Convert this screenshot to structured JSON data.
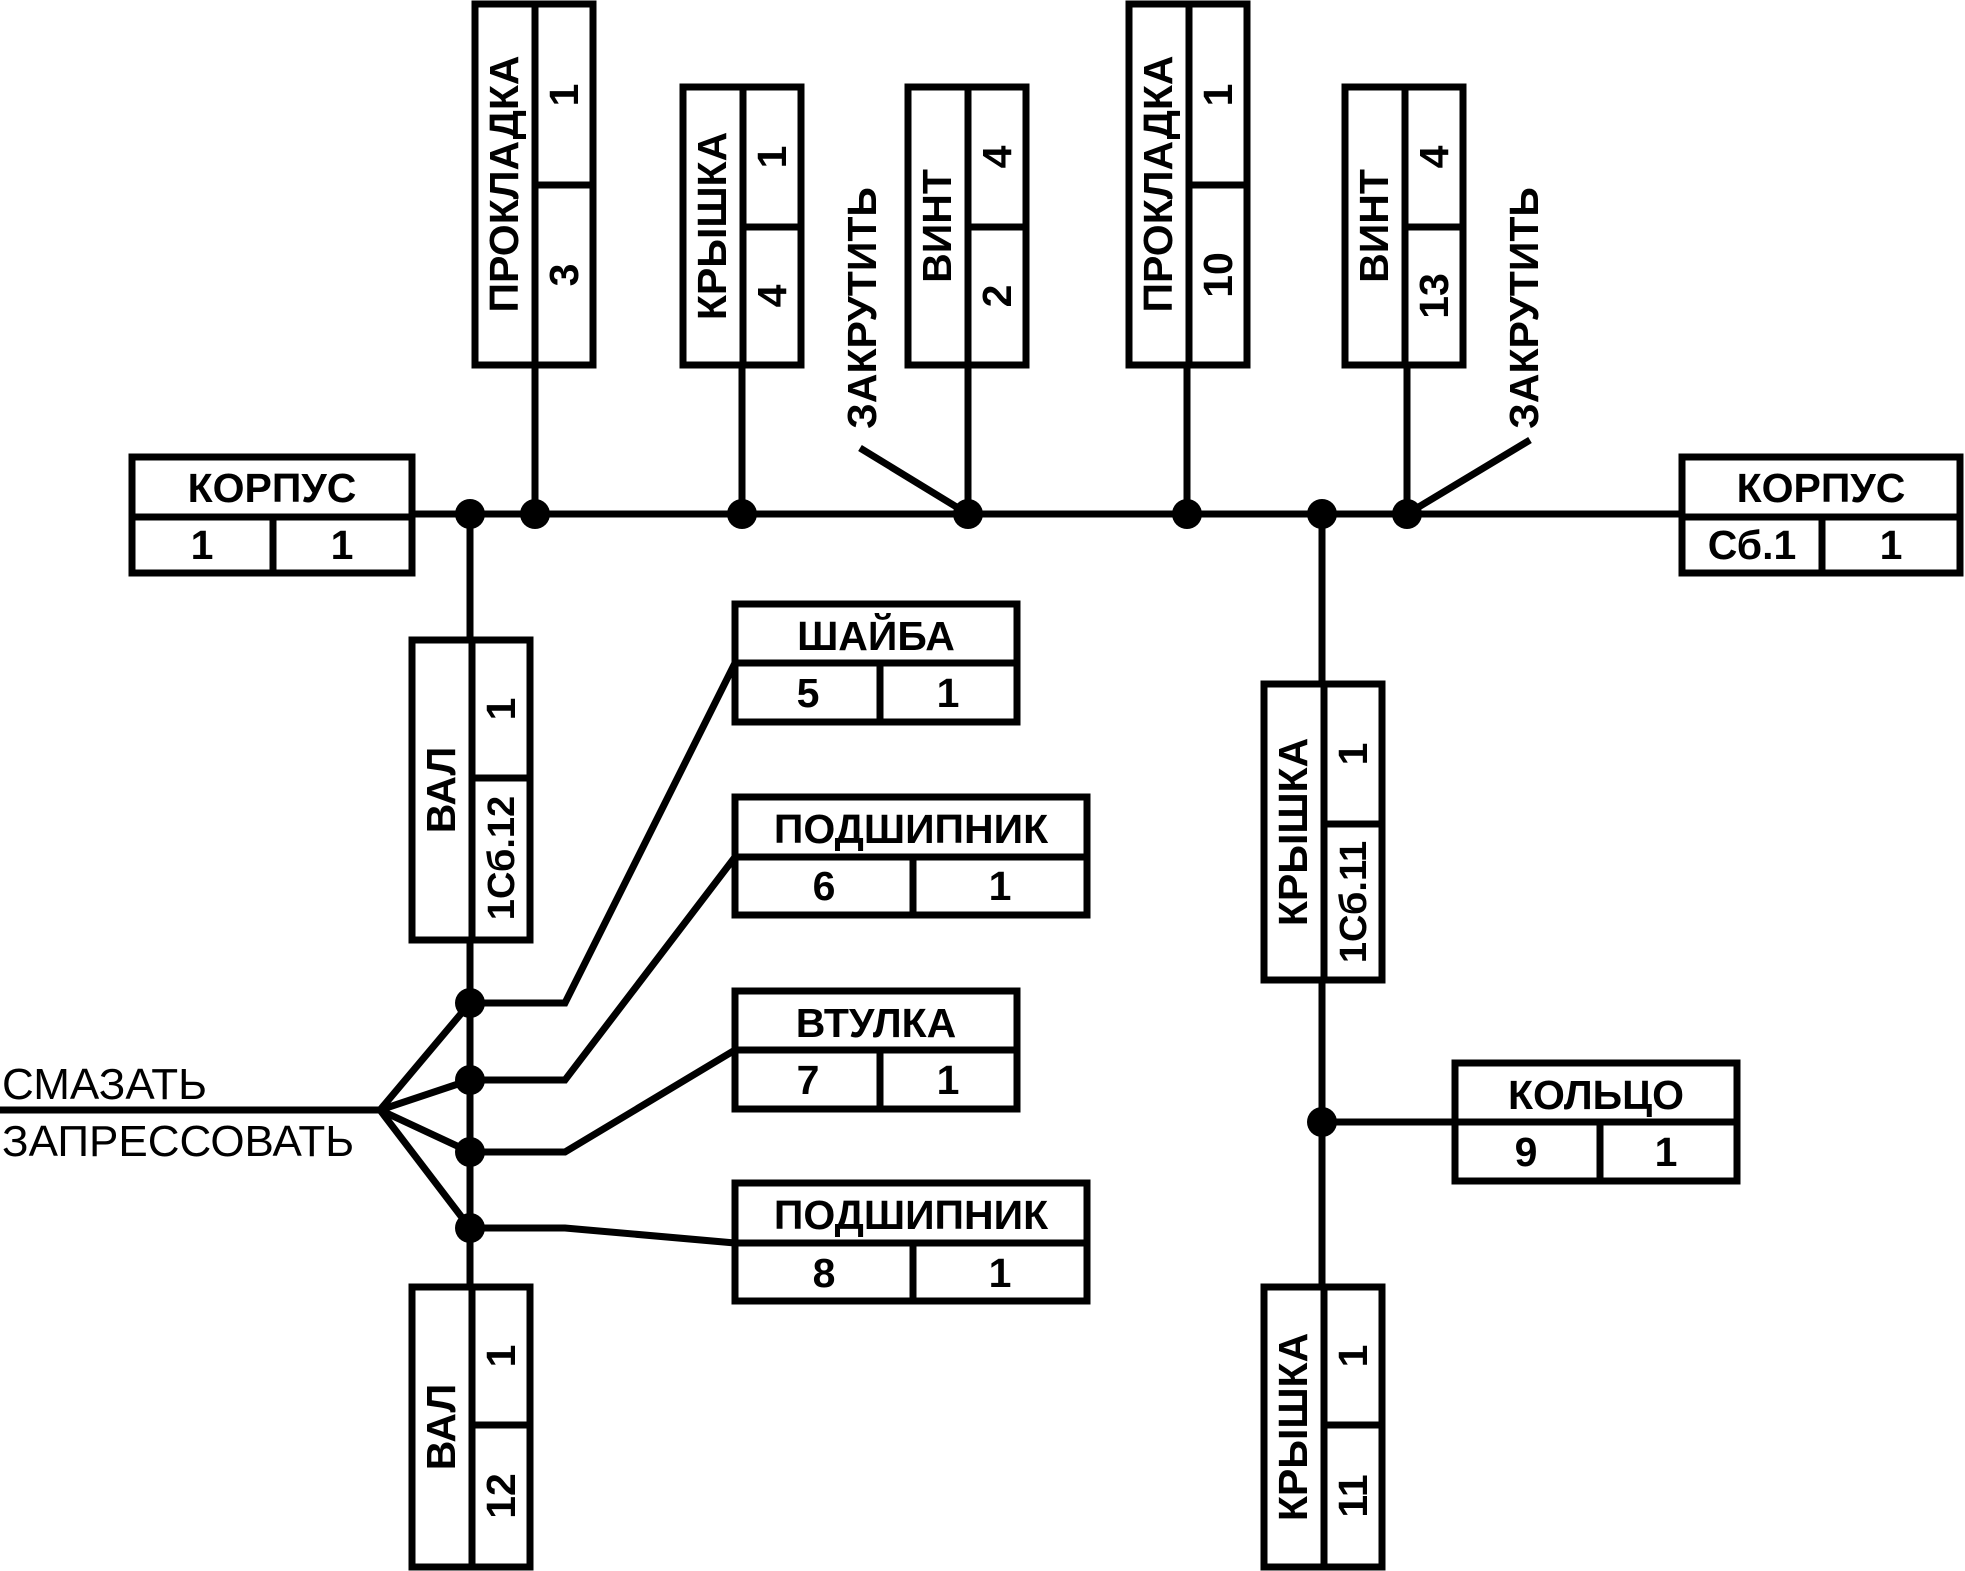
{
  "components": {
    "korpus_left": {
      "name": "КОРПУС",
      "index": "1",
      "qty": "1"
    },
    "prokladka_3": {
      "name": "ПРОКЛАДКА",
      "index": "3",
      "qty": "1"
    },
    "kryshka_4": {
      "name": "КРЫШКА",
      "index": "4",
      "qty": "1"
    },
    "vint_2": {
      "name": "ВИНТ",
      "index": "2",
      "qty": "4"
    },
    "prokladka_10": {
      "name": "ПРОКЛАДКА",
      "index": "10",
      "qty": "1"
    },
    "vint_13": {
      "name": "ВИНТ",
      "index": "13",
      "qty": "4"
    },
    "korpus_right": {
      "name": "КОРПУС",
      "index": "Сб.1",
      "qty": "1"
    },
    "shaiba_5": {
      "name": "ШАЙБА",
      "index": "5",
      "qty": "1"
    },
    "podshipnik_6": {
      "name": "ПОДШИПНИК",
      "index": "6",
      "qty": "1"
    },
    "vtulka_7": {
      "name": "ВТУЛКА",
      "index": "7",
      "qty": "1"
    },
    "podshipnik_8": {
      "name": "ПОДШИПНИК",
      "index": "8",
      "qty": "1"
    },
    "val_sb12": {
      "name": "ВАЛ",
      "index": "1Сб.12",
      "qty": "1"
    },
    "val_12": {
      "name": "ВАЛ",
      "index": "12",
      "qty": "1"
    },
    "kryshka_sb11": {
      "name": "КРЫШКА",
      "index": "1Сб.11",
      "qty": "1"
    },
    "kryshka_11": {
      "name": "КРЫШКА",
      "index": "11",
      "qty": "1"
    },
    "koltso_9": {
      "name": "КОЛЬЦО",
      "index": "9",
      "qty": "1"
    }
  },
  "annotations": {
    "zakrutit_1": "ЗАКРУТИТЬ",
    "zakrutit_2": "ЗАКРУТИТЬ",
    "smazat": "СМАЗАТЬ",
    "zapressovat": "ЗАПРЕССОВАТЬ"
  },
  "colors": {
    "line": "#000000",
    "background": "#ffffff"
  }
}
